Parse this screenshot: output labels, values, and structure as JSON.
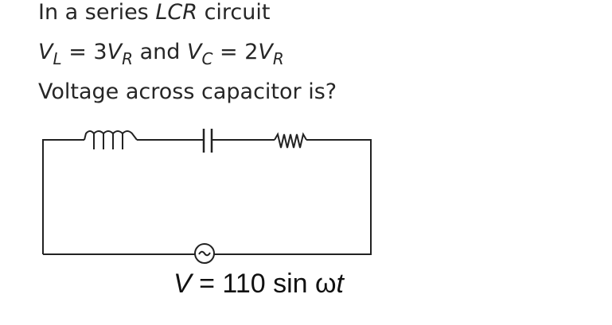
{
  "question": {
    "line1": {
      "prefix": "In a series ",
      "italic": "LCR",
      "suffix": " circuit"
    },
    "line2": {
      "vl": "V",
      "vl_sub": "L",
      "eq1": " = 3",
      "vr1": "V",
      "vr1_sub": "R",
      "and": " and ",
      "vc": "V",
      "vc_sub": "C",
      "eq2": " = 2",
      "vr2": "V",
      "vr2_sub": "R"
    },
    "line3": "Voltage across capacitor is?"
  },
  "circuit": {
    "components": [
      "inductor",
      "capacitor",
      "resistor",
      "ac-source"
    ],
    "source_label": {
      "v": "V",
      "eq": " = 110  sin ",
      "omega": "ω",
      "t": "t"
    }
  }
}
